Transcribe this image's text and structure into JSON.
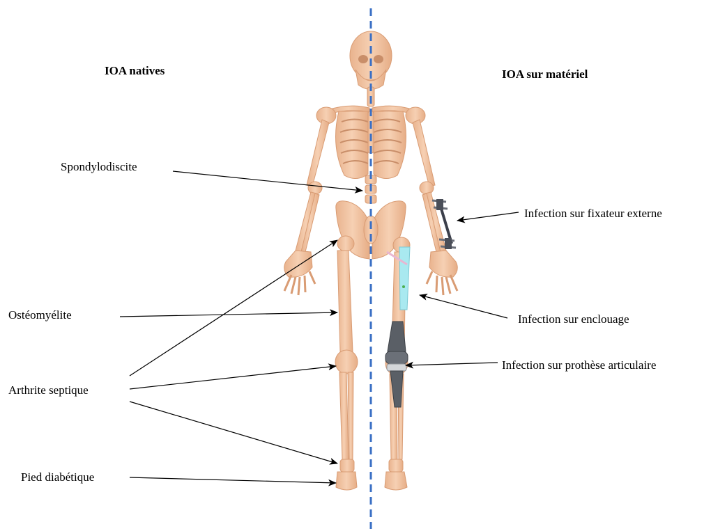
{
  "headers": {
    "left": "IOA natives",
    "right": "IOA sur matériel"
  },
  "labels": {
    "spondylodiscite": "Spondylodiscite",
    "osteomyelite": "Ostéomyélite",
    "arthrite": "Arthrite septique",
    "pied": "Pied diabétique",
    "fixateur": "Infection sur fixateur externe",
    "enclouage": "Infection sur enclouage",
    "prothese": "Infection sur prothèse articulaire"
  },
  "colors": {
    "bone": "#f2c4a2",
    "bone_shade": "#e2a981",
    "divider": "#3a6fc4",
    "nail": "#a9e9f0",
    "prosthesis": "#5a5f66",
    "fixator": "#3b3f4a"
  },
  "icons": [
    "skeleton-illustration",
    "arrow-icon"
  ]
}
